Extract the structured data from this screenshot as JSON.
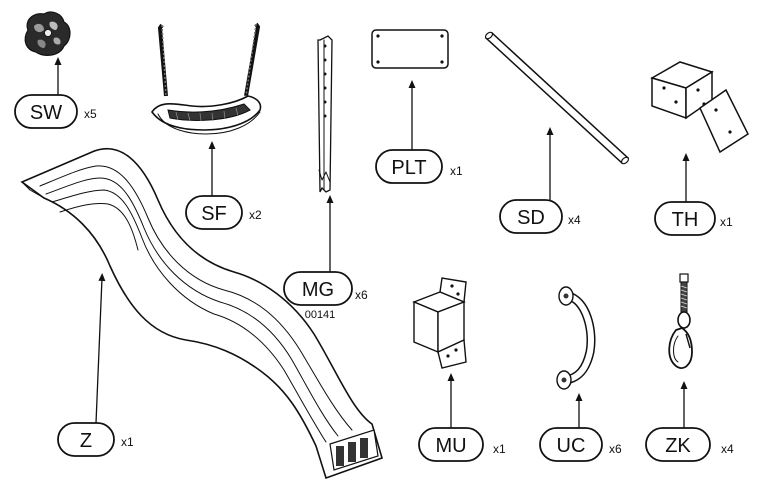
{
  "parts": [
    {
      "id": "sw",
      "code": "SW",
      "qty": "x5",
      "icon": "climbing-stone-icon"
    },
    {
      "id": "sf",
      "code": "SF",
      "qty": "x2",
      "icon": "swing-seat-icon"
    },
    {
      "id": "mg",
      "code": "MG",
      "qty": "x6",
      "subcode": "00141",
      "icon": "metal-bracket-strip-icon"
    },
    {
      "id": "plt",
      "code": "PLT",
      "qty": "x1",
      "icon": "plate-icon"
    },
    {
      "id": "sd",
      "code": "SD",
      "qty": "x4",
      "icon": "rod-icon"
    },
    {
      "id": "th",
      "code": "TH",
      "qty": "x1",
      "icon": "corner-bracket-icon"
    },
    {
      "id": "z",
      "code": "Z",
      "qty": "x1",
      "icon": "slide-icon"
    },
    {
      "id": "mu",
      "code": "MU",
      "qty": "x1",
      "icon": "u-bracket-icon"
    },
    {
      "id": "uc",
      "code": "UC",
      "qty": "x6",
      "icon": "handle-grip-icon"
    },
    {
      "id": "zk",
      "code": "ZK",
      "qty": "x4",
      "icon": "swing-hook-icon"
    }
  ],
  "colors": {
    "ink": "#111111",
    "background": "#ffffff"
  }
}
